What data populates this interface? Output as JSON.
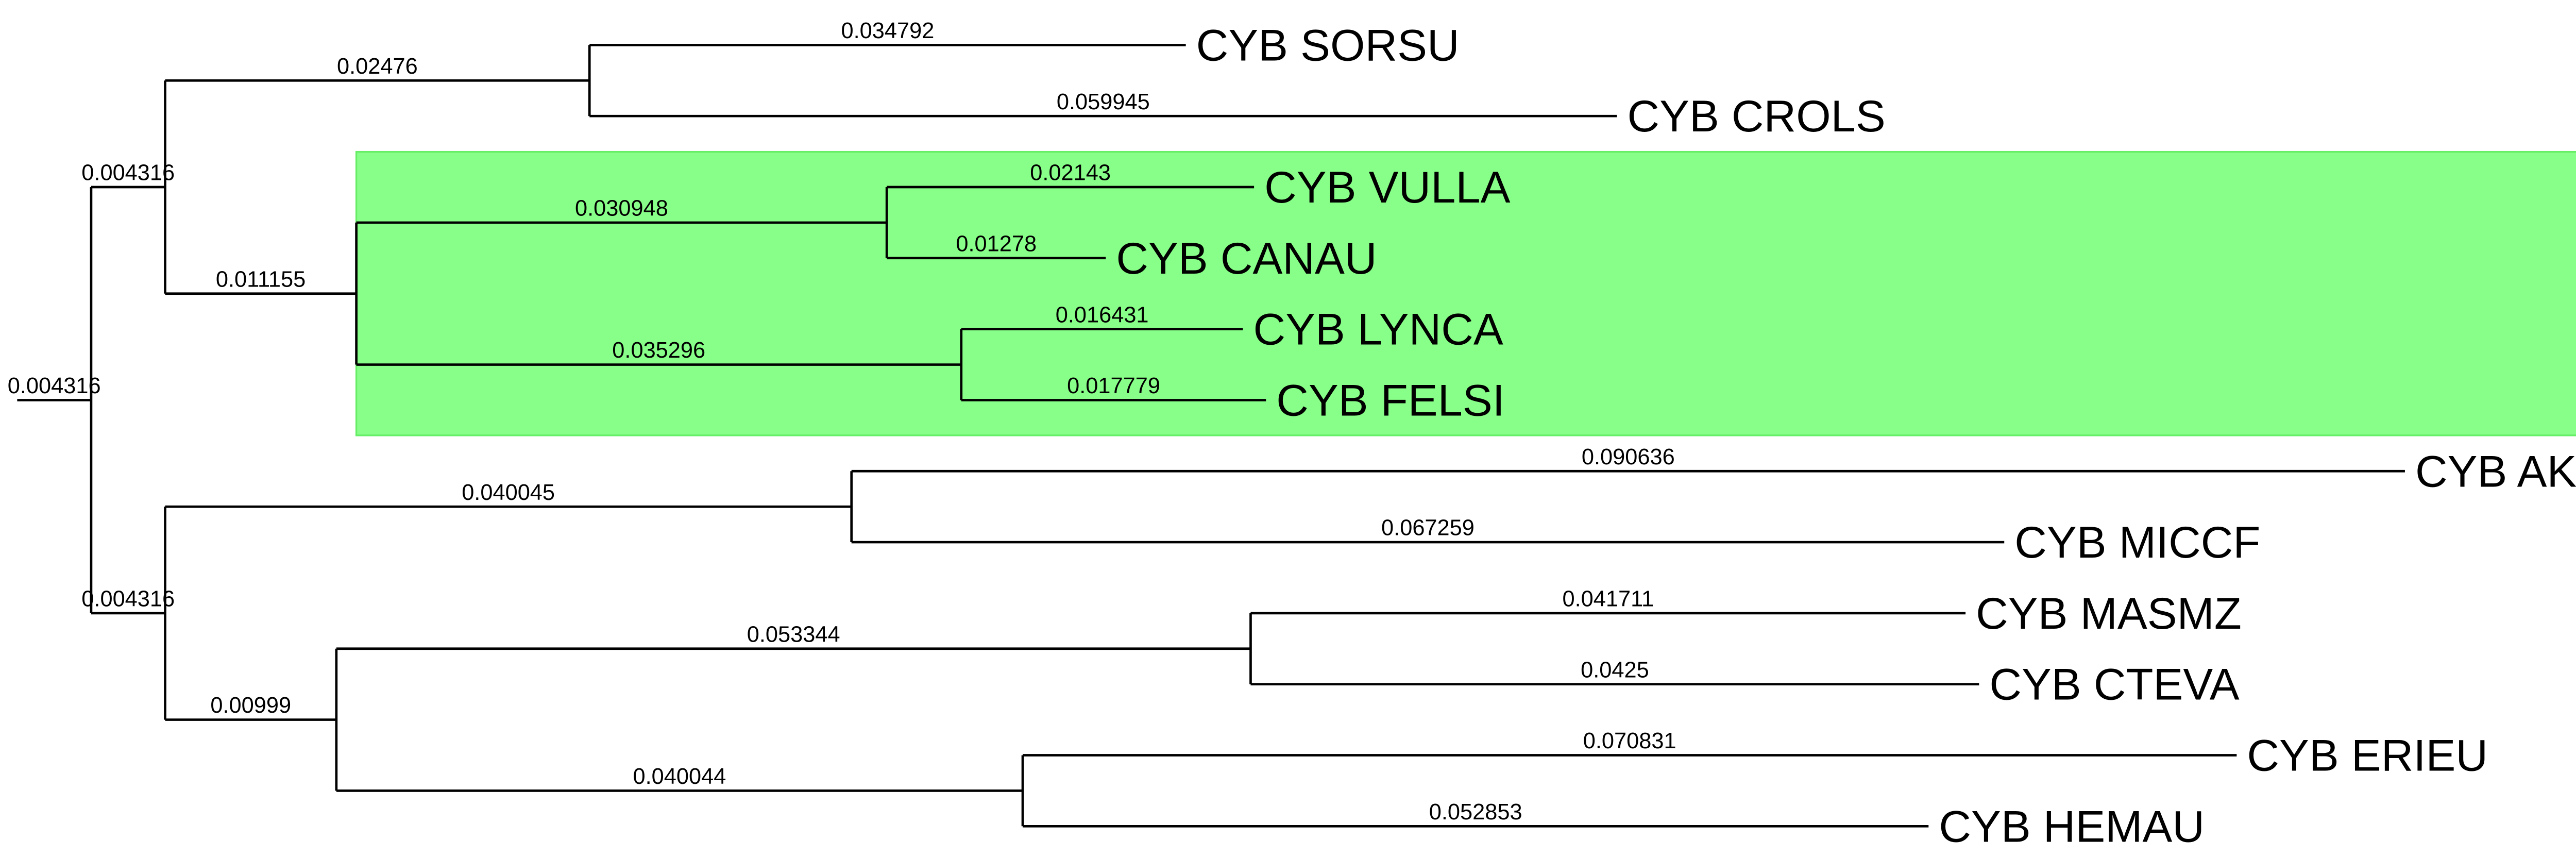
{
  "colors": {
    "highlight_fill": "#88ff88",
    "highlight_stroke": "#66ee66",
    "line": "#000000"
  },
  "tree": {
    "length": "0.004316",
    "children": [
      {
        "length": "0.004316",
        "children": [
          {
            "length": "0.02476",
            "children": [
              {
                "length": "0.034792",
                "name": "CYB SORSU"
              },
              {
                "length": "0.059945",
                "name": "CYB CROLS"
              }
            ]
          },
          {
            "length": "0.011155",
            "highlight": true,
            "children": [
              {
                "length": "0.030948",
                "children": [
                  {
                    "length": "0.02143",
                    "name": "CYB VULLA"
                  },
                  {
                    "length": "0.01278",
                    "name": "CYB CANAU"
                  }
                ]
              },
              {
                "length": "0.035296",
                "children": [
                  {
                    "length": "0.016431",
                    "name": "CYB LYNCA"
                  },
                  {
                    "length": "0.017779",
                    "name": "CYB FELSI"
                  }
                ]
              }
            ]
          }
        ]
      },
      {
        "length": "0.004316",
        "children": [
          {
            "length": "0.040045",
            "children": [
              {
                "length": "0.090636",
                "name": "CYB AKOOR"
              },
              {
                "length": "0.067259",
                "name": "CYB MICCF"
              }
            ]
          },
          {
            "length": "0.00999",
            "children": [
              {
                "length": "0.053344",
                "children": [
                  {
                    "length": "0.041711",
                    "name": "CYB MASMZ"
                  },
                  {
                    "length": "0.0425",
                    "name": "CYB CTEVA"
                  }
                ]
              },
              {
                "length": "0.040044",
                "children": [
                  {
                    "length": "0.070831",
                    "name": "CYB ERIEU"
                  },
                  {
                    "length": "0.052853",
                    "name": "CYB HEMAU"
                  }
                ]
              }
            ]
          }
        ]
      }
    ]
  }
}
